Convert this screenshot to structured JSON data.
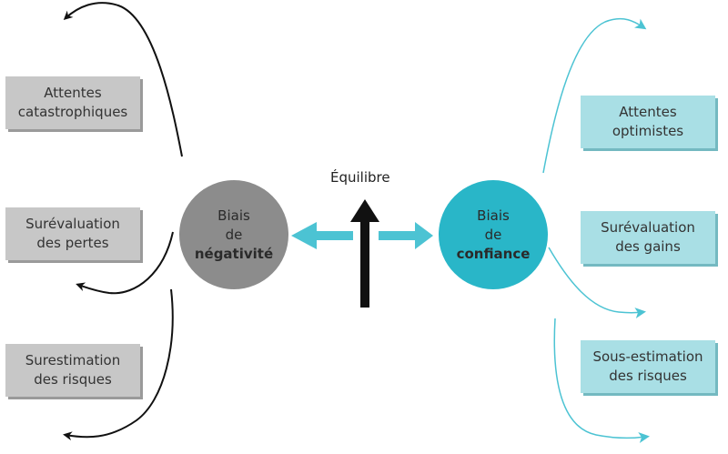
{
  "left_boxes": [
    {
      "line1": "Attentes",
      "line2": "catastrophiques"
    },
    {
      "line1": "Surévaluation",
      "line2": "des pertes"
    },
    {
      "line1": "Surestimation",
      "line2": "des risques"
    }
  ],
  "right_boxes": [
    {
      "line1": "Attentes",
      "line2": "optimistes"
    },
    {
      "line1": "Surévaluation",
      "line2": "des gains"
    },
    {
      "line1": "Sous-estimation",
      "line2": "des risques"
    }
  ],
  "left_circle": {
    "line1": "Biais",
    "line2": "de",
    "line3": "négativité"
  },
  "right_circle": {
    "line1": "Biais",
    "line2": "de",
    "line3": "confiance"
  },
  "center_label": "Équilibre",
  "colors": {
    "gray_box": "#c7c7c7",
    "gray_circle": "#8c8c8c",
    "teal_box": "#a9dfe5",
    "teal_circle": "#29b6c8",
    "teal_arrow": "#4cc3d3",
    "dark": "#111111"
  }
}
